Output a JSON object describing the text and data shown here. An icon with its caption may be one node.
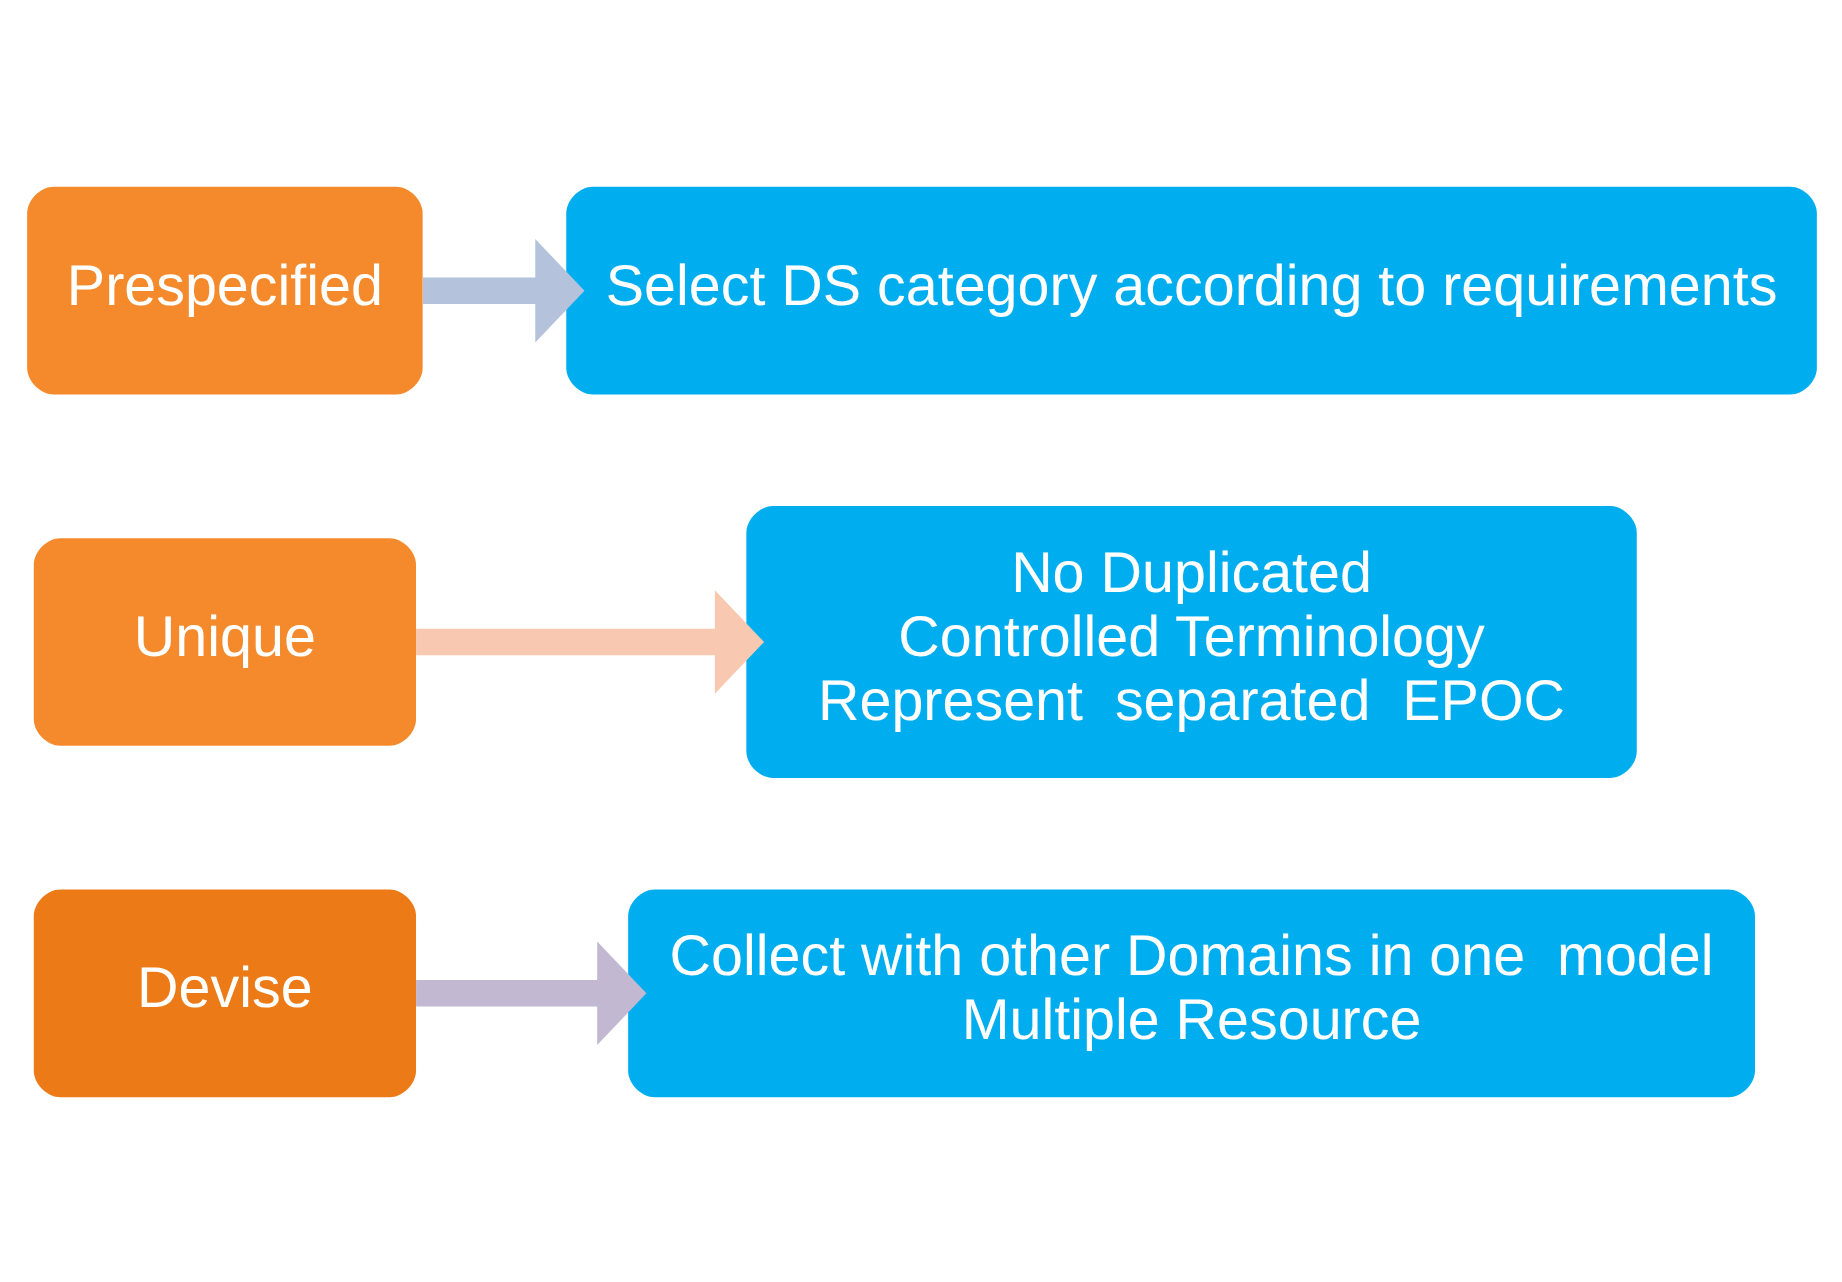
{
  "diagram": {
    "nodes": [
      {
        "text": [
          "Prespecified"
        ]
      },
      {
        "text": [
          "Select DS category according to requirements"
        ]
      },
      {
        "text": [
          "Unique"
        ]
      },
      {
        "text": [
          "No Duplicated",
          "Controlled Terminology",
          "Represent  separated  EPOC"
        ]
      },
      {
        "text": [
          "Devise"
        ]
      },
      {
        "text": [
          "Collect with other Domains in one  model",
          "Multiple Resource"
        ]
      }
    ],
    "edges": [
      {
        "from": 0,
        "to": 1,
        "arrow": "to",
        "color": "#b4c2dc"
      },
      {
        "from": 2,
        "to": 3,
        "arrow": "to",
        "color": "#f8c9b0"
      },
      {
        "from": 4,
        "to": 5,
        "arrow": "to",
        "color": "#c2b8d2"
      }
    ]
  }
}
